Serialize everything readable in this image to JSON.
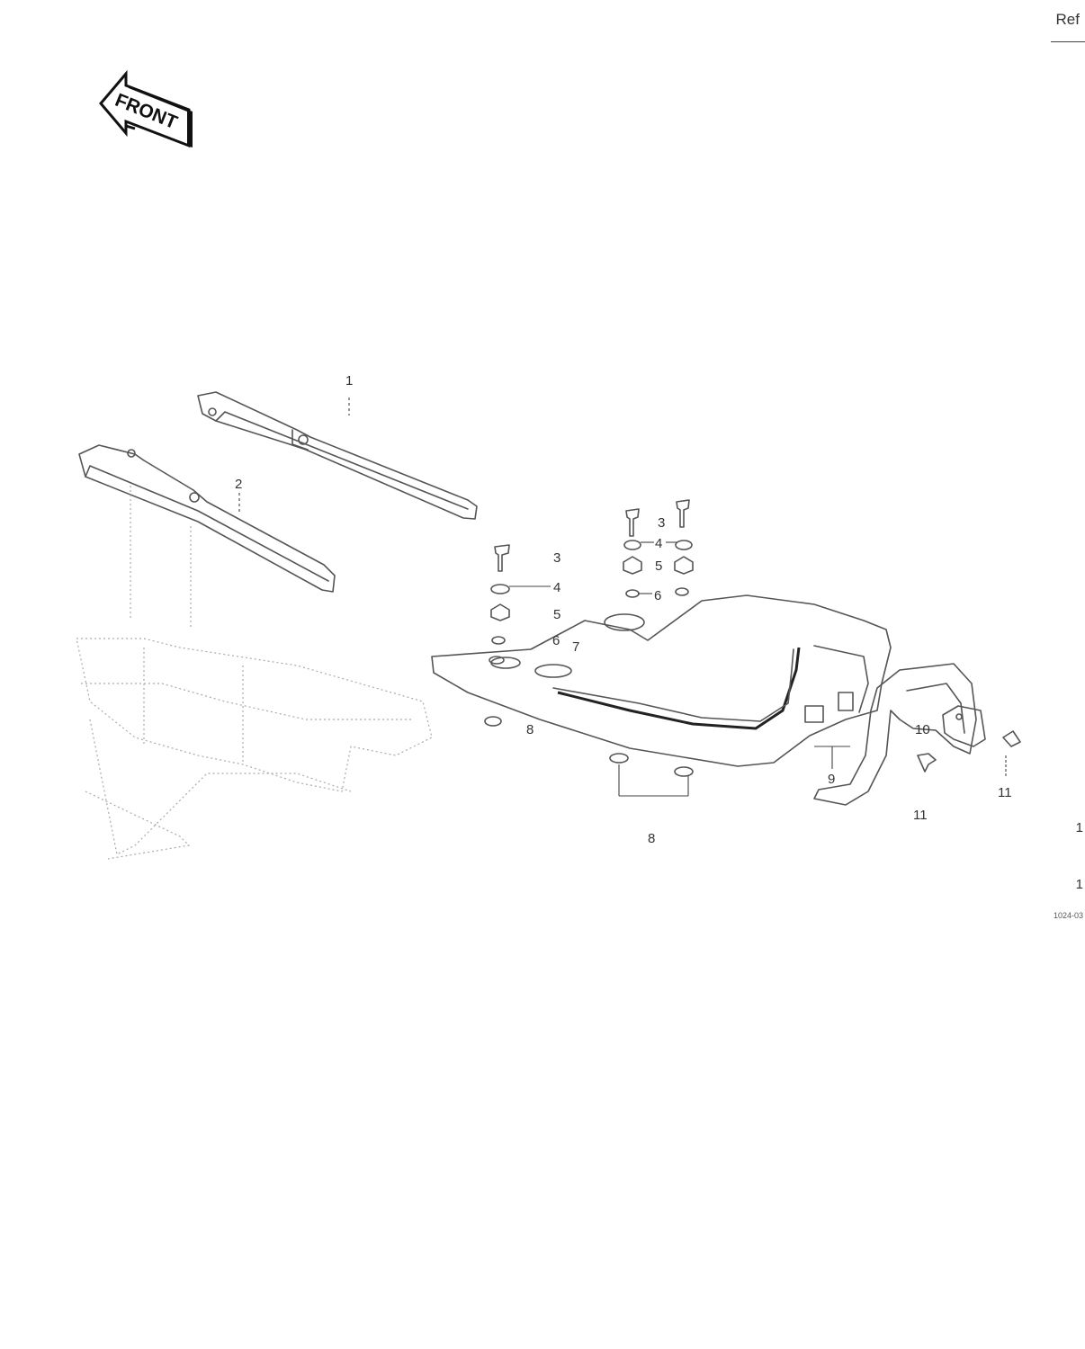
{
  "header": {
    "ref_label": "Ref"
  },
  "front_sign": {
    "text": "FRONT"
  },
  "callouts": {
    "c1": "1",
    "c2": "2",
    "c3a": "3",
    "c4a": "4",
    "c5a": "5",
    "c6a": "6",
    "c3b": "3",
    "c4b": "4",
    "c5b": "5",
    "c6b": "6",
    "c7": "7",
    "c8a": "8",
    "c8b": "8",
    "c9": "9",
    "c10": "10",
    "c11a": "11",
    "c11b": "11"
  },
  "right_edge": {
    "label_a": "1",
    "label_b": "1",
    "code": "1024-03"
  }
}
